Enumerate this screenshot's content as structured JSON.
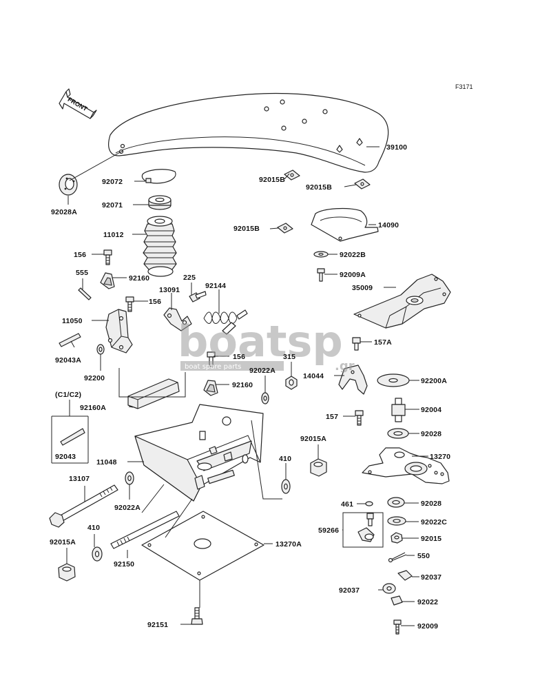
{
  "figure_code": "F3171",
  "front_label": "FRONT",
  "watermark": {
    "logo": "boatsp",
    "tagline": "boat spare parts",
    "suffix": ".gr"
  },
  "callouts": [
    {
      "id": "39100",
      "text": "39100"
    },
    {
      "id": "92072",
      "text": "92072"
    },
    {
      "id": "92015B-1",
      "text": "92015B"
    },
    {
      "id": "92015B-2",
      "text": "92015B"
    },
    {
      "id": "92028A",
      "text": "92028A"
    },
    {
      "id": "92071",
      "text": "92071"
    },
    {
      "id": "92015B-3",
      "text": "92015B"
    },
    {
      "id": "14090",
      "text": "14090"
    },
    {
      "id": "11012",
      "text": "11012"
    },
    {
      "id": "156-1",
      "text": "156"
    },
    {
      "id": "92022B",
      "text": "92022B"
    },
    {
      "id": "92009A",
      "text": "92009A"
    },
    {
      "id": "555",
      "text": "555"
    },
    {
      "id": "92160-1",
      "text": "92160"
    },
    {
      "id": "225",
      "text": "225"
    },
    {
      "id": "92144",
      "text": "92144"
    },
    {
      "id": "13091",
      "text": "13091"
    },
    {
      "id": "156-2",
      "text": "156"
    },
    {
      "id": "35009",
      "text": "35009"
    },
    {
      "id": "11050",
      "text": "11050"
    },
    {
      "id": "157A",
      "text": "157A"
    },
    {
      "id": "92043A",
      "text": "92043A"
    },
    {
      "id": "156-3",
      "text": "156"
    },
    {
      "id": "315",
      "text": "315"
    },
    {
      "id": "92200",
      "text": "92200"
    },
    {
      "id": "92022A-1",
      "text": "92022A"
    },
    {
      "id": "14044",
      "text": "14044"
    },
    {
      "id": "92200A",
      "text": "92200A"
    },
    {
      "id": "c1c2",
      "text": "(C1/C2)"
    },
    {
      "id": "92160-2",
      "text": "92160"
    },
    {
      "id": "92160A",
      "text": "92160A"
    },
    {
      "id": "92004",
      "text": "92004"
    },
    {
      "id": "157",
      "text": "157"
    },
    {
      "id": "92028-1",
      "text": "92028"
    },
    {
      "id": "92015A-1",
      "text": "92015A"
    },
    {
      "id": "92043",
      "text": "92043"
    },
    {
      "id": "11048",
      "text": "11048"
    },
    {
      "id": "13270",
      "text": "13270"
    },
    {
      "id": "410-1",
      "text": "410"
    },
    {
      "id": "13107",
      "text": "13107"
    },
    {
      "id": "92022A-2",
      "text": "92022A"
    },
    {
      "id": "461",
      "text": "461"
    },
    {
      "id": "92028-2",
      "text": "92028"
    },
    {
      "id": "410-2",
      "text": "410"
    },
    {
      "id": "59266",
      "text": "59266"
    },
    {
      "id": "92022C",
      "text": "92022C"
    },
    {
      "id": "92015A-2",
      "text": "92015A"
    },
    {
      "id": "92015",
      "text": "92015"
    },
    {
      "id": "13270A",
      "text": "13270A"
    },
    {
      "id": "92150",
      "text": "92150"
    },
    {
      "id": "550",
      "text": "550"
    },
    {
      "id": "92037-1",
      "text": "92037"
    },
    {
      "id": "92037-2",
      "text": "92037"
    },
    {
      "id": "92022",
      "text": "92022"
    },
    {
      "id": "92151",
      "text": "92151"
    },
    {
      "id": "92009",
      "text": "92009"
    }
  ]
}
